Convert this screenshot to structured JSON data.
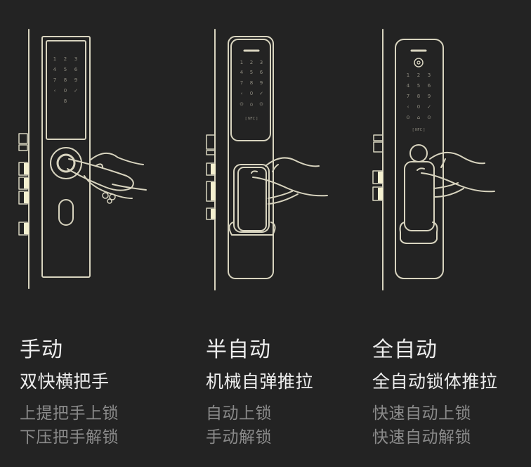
{
  "colors": {
    "background": "#232323",
    "line": "#d8d4bf",
    "bolt": "#f4f0d0",
    "title_text": "#ededed",
    "desc_text": "#8a8a8a"
  },
  "locks": [
    {
      "title": "手动",
      "subtitle": "双快横把手",
      "desc_lines": [
        "上提把手上锁",
        "下压把手解锁"
      ],
      "keypad": [
        "1",
        "2",
        "3",
        "4",
        "5",
        "6",
        "7",
        "8",
        "9",
        "<",
        "0",
        "✓",
        "8"
      ]
    },
    {
      "title": "半自动",
      "subtitle": "机械自弹推拉",
      "desc_lines": [
        "自动上锁",
        "手动解锁"
      ],
      "keypad": [
        "1",
        "2",
        "3",
        "4",
        "5",
        "6",
        "7",
        "8",
        "9",
        "<",
        "0",
        "✓"
      ],
      "nfc_label": "NFC"
    },
    {
      "title": "全自动",
      "subtitle": "全自动锁体推拉",
      "desc_lines": [
        "快速自动上锁",
        "快速自动解锁"
      ],
      "keypad": [
        "1",
        "2",
        "3",
        "4",
        "5",
        "6",
        "7",
        "8",
        "9",
        "<",
        "0",
        "✓"
      ],
      "nfc_label": "NFC"
    }
  ]
}
